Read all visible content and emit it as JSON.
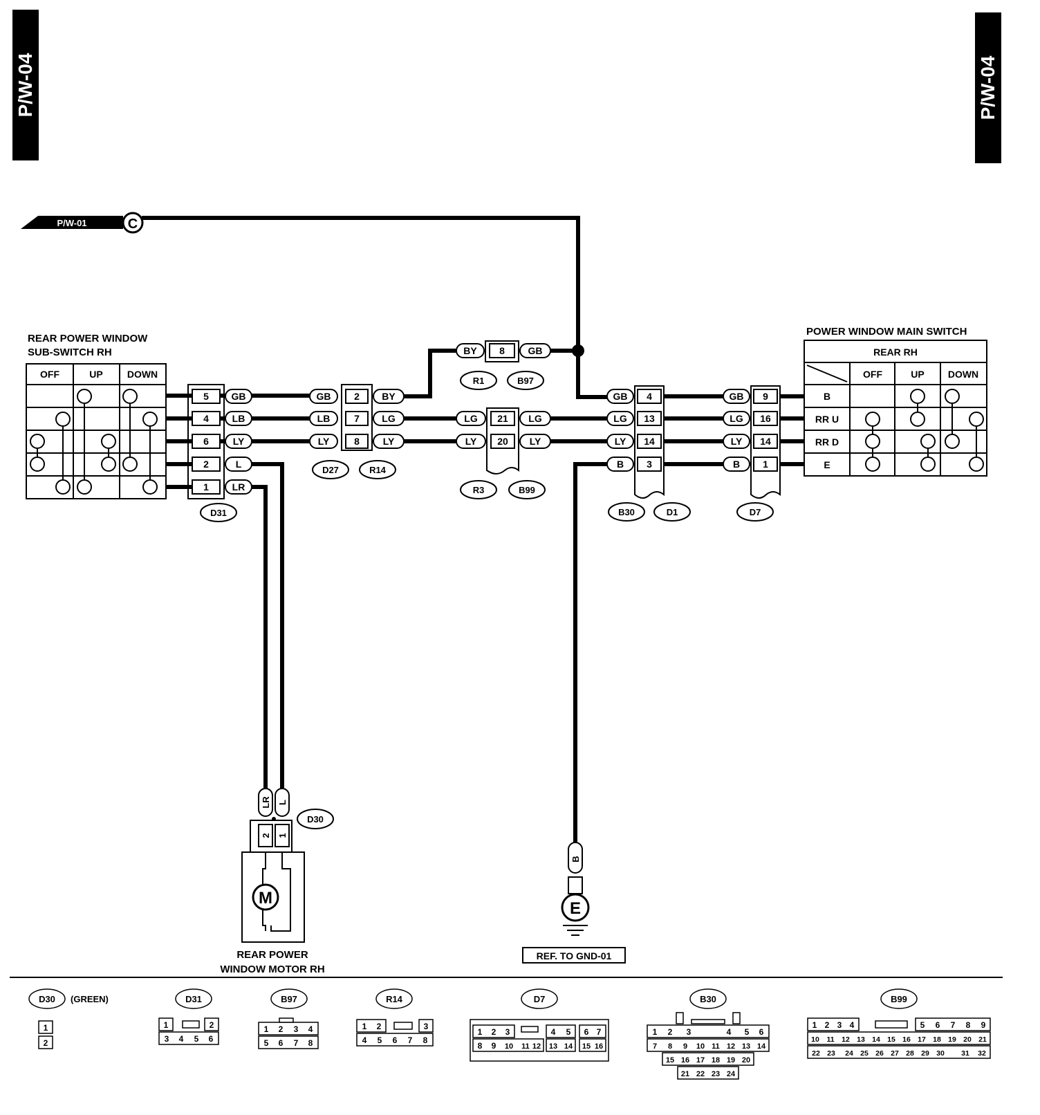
{
  "page_tab": "P/W-04",
  "from_ref": {
    "label": "P/W-01",
    "letter": "C"
  },
  "sub_switch": {
    "title_line1": "REAR POWER WINDOW",
    "title_line2": "SUB-SWITCH RH",
    "columns": [
      "OFF",
      "UP",
      "DOWN"
    ],
    "connector": "D31",
    "pins": [
      {
        "pin": "5",
        "wire": "GB"
      },
      {
        "pin": "4",
        "wire": "LB"
      },
      {
        "pin": "6",
        "wire": "LY"
      },
      {
        "pin": "2",
        "wire": "L"
      },
      {
        "pin": "1",
        "wire": "LR"
      }
    ]
  },
  "connector_d27_r14": {
    "codes": [
      "D27",
      "R14"
    ],
    "pins": [
      {
        "pin": "2",
        "left": "GB",
        "right": "BY"
      },
      {
        "pin": "7",
        "left": "LB",
        "right": "LG"
      },
      {
        "pin": "8",
        "left": "LY",
        "right": "LY"
      }
    ]
  },
  "connector_r1_b97": {
    "codes": [
      "R1",
      "B97"
    ],
    "pin": "8",
    "left": "BY",
    "right": "GB"
  },
  "connector_r3_b99": {
    "codes": [
      "R3",
      "B99"
    ],
    "pins": [
      {
        "pin": "21",
        "left": "LG",
        "right": "LG"
      },
      {
        "pin": "20",
        "left": "LY",
        "right": "LY"
      }
    ]
  },
  "connector_b30_d1": {
    "codes": [
      "B30",
      "D1"
    ],
    "pins": [
      {
        "pin": "4",
        "wire": "GB"
      },
      {
        "pin": "13",
        "wire": "LG"
      },
      {
        "pin": "14",
        "wire": "LY"
      },
      {
        "pin": "3",
        "wire": "B"
      }
    ]
  },
  "connector_d7": {
    "code": "D7",
    "pins": [
      {
        "pin": "9",
        "wire": "GB"
      },
      {
        "pin": "16",
        "wire": "LG"
      },
      {
        "pin": "14",
        "wire": "LY"
      },
      {
        "pin": "1",
        "wire": "B"
      }
    ]
  },
  "main_switch": {
    "title": "POWER WINDOW MAIN SWITCH",
    "header": "REAR RH",
    "columns": [
      "OFF",
      "UP",
      "DOWN"
    ],
    "rows": [
      "B",
      "RR U",
      "RR D",
      "E"
    ]
  },
  "motor": {
    "title_line1": "REAR POWER",
    "title_line2": "WINDOW MOTOR RH",
    "symbol": "M",
    "connector": "D30",
    "pins": [
      {
        "pin": "2",
        "wire": "LR"
      },
      {
        "pin": "1",
        "wire": "L"
      }
    ]
  },
  "ground": {
    "wire": "B",
    "symbol": "E",
    "ref": "REF. TO GND-01"
  },
  "connector_views": [
    {
      "code": "D30",
      "note": "(GREEN)",
      "rows": [
        [
          "1"
        ],
        [
          "2"
        ]
      ]
    },
    {
      "code": "D31",
      "rows": [
        [
          "1",
          "",
          "2"
        ],
        [
          "3",
          "4",
          "5",
          "6"
        ]
      ]
    },
    {
      "code": "B97",
      "rows": [
        [
          "1",
          "2",
          "3",
          "4"
        ],
        [
          "5",
          "6",
          "7",
          "8"
        ]
      ]
    },
    {
      "code": "R14",
      "rows": [
        [
          "1",
          "2",
          "",
          "3"
        ],
        [
          "4",
          "5",
          "6",
          "7",
          "8"
        ]
      ]
    },
    {
      "code": "D7",
      "rows": [
        [
          "1",
          "2",
          "3",
          "",
          "4",
          "5",
          "6",
          "7"
        ],
        [
          "8",
          "9",
          "10",
          "11",
          "12",
          "13",
          "14",
          "15",
          "16"
        ]
      ]
    },
    {
      "code": "B30",
      "rows": [
        [
          "1",
          "2",
          "3",
          "",
          "4",
          "5",
          "6"
        ],
        [
          "7",
          "8",
          "9",
          "10",
          "11",
          "12",
          "13",
          "14"
        ],
        [
          "15",
          "16",
          "17",
          "18",
          "19",
          "20"
        ],
        [
          "21",
          "22",
          "23",
          "24"
        ]
      ]
    },
    {
      "code": "B99",
      "rows": [
        [
          "1",
          "2",
          "3",
          "4",
          "",
          "5",
          "6",
          "7",
          "8",
          "9"
        ],
        [
          "10",
          "11",
          "12",
          "13",
          "14",
          "15",
          "16",
          "17",
          "18",
          "19",
          "20",
          "21"
        ],
        [
          "22",
          "23",
          "24",
          "25",
          "26",
          "27",
          "28",
          "29",
          "30",
          "31",
          "32"
        ]
      ]
    }
  ]
}
